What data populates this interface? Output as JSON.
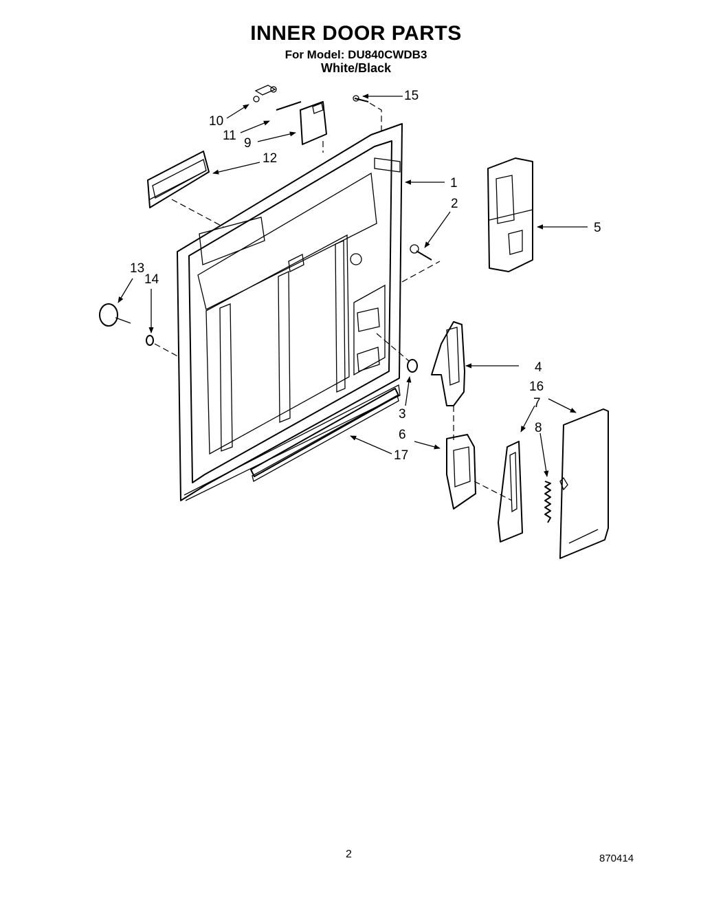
{
  "header": {
    "title": "INNER DOOR PARTS",
    "model_line": "For Model: DU840CWDB3",
    "color_line": "White/Black"
  },
  "footer": {
    "page_number": "2",
    "document_number": "870414"
  },
  "callouts": {
    "c1": "1",
    "c2": "2",
    "c3": "3",
    "c4": "4",
    "c5": "5",
    "c6": "6",
    "c7": "7",
    "c8": "8",
    "c9": "9",
    "c10": "10",
    "c11": "11",
    "c12": "12",
    "c13": "13",
    "c14": "14",
    "c15": "15",
    "c16": "16",
    "c17": "17"
  }
}
